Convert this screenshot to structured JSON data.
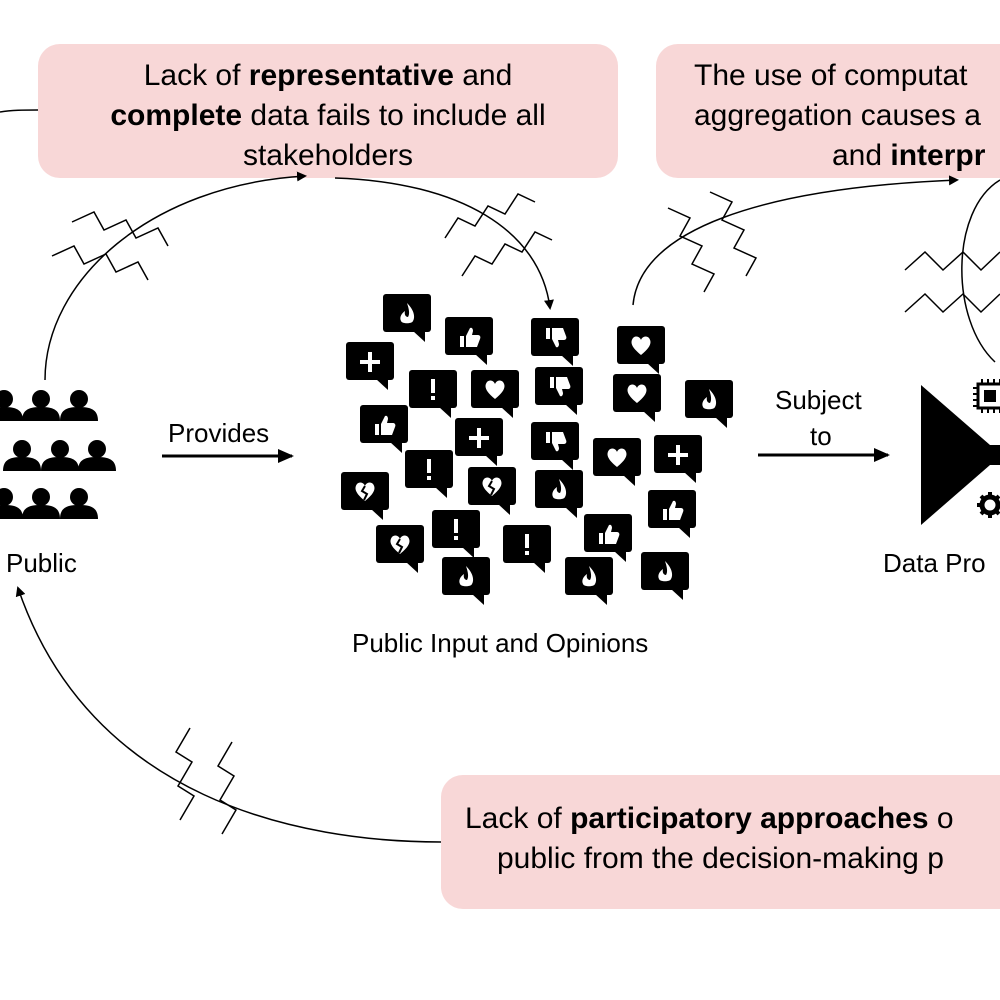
{
  "boxes": {
    "representative": {
      "line1": [
        "Lack of ",
        "representative",
        " and"
      ],
      "line2": [
        "complete",
        " data fails to include all"
      ],
      "line3": "stakeholders"
    },
    "computational": {
      "line1": "The use of computat",
      "line2": "aggregation causes a",
      "line3": [
        "and ",
        "interpr"
      ]
    },
    "participatory": {
      "line1": [
        "Lack of ",
        "participatory approaches",
        " o"
      ],
      "line2": "public from the decision-making p"
    }
  },
  "labels": {
    "public": "Public",
    "provides": "Provides",
    "public_input": "Public Input and Opinions",
    "subject_to_1": "Subject",
    "subject_to_2": "to",
    "data_processing": "Data Pro"
  },
  "colors": {
    "box_fill": "#f8d7d7",
    "ink": "#000000"
  },
  "icons": {
    "people": "people-group-icon",
    "reactions": [
      "fire-icon",
      "thumbs-up-icon",
      "thumbs-down-icon",
      "heart-icon",
      "plus-icon",
      "exclamation-icon",
      "broken-heart-icon"
    ],
    "funnel": "funnel-icon",
    "chip": "chip-icon",
    "gear": "gear-icon",
    "break": "zigzag-break-icon"
  }
}
